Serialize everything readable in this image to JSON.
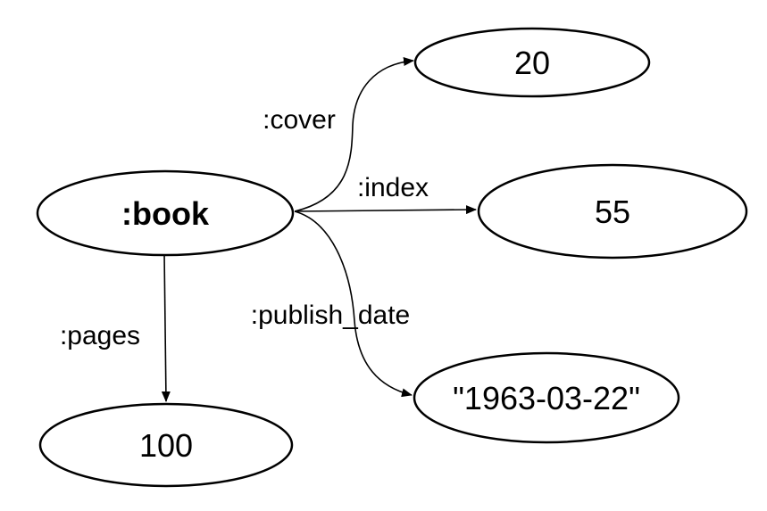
{
  "diagram": {
    "nodes": {
      "book": ":book",
      "cover_value": "20",
      "index_value": "55",
      "publish_date_value": "\"1963-03-22\"",
      "pages_value": "100"
    },
    "edges": {
      "cover": ":cover",
      "index": ":index",
      "publish_date": ":publish_date",
      "pages": ":pages"
    }
  }
}
